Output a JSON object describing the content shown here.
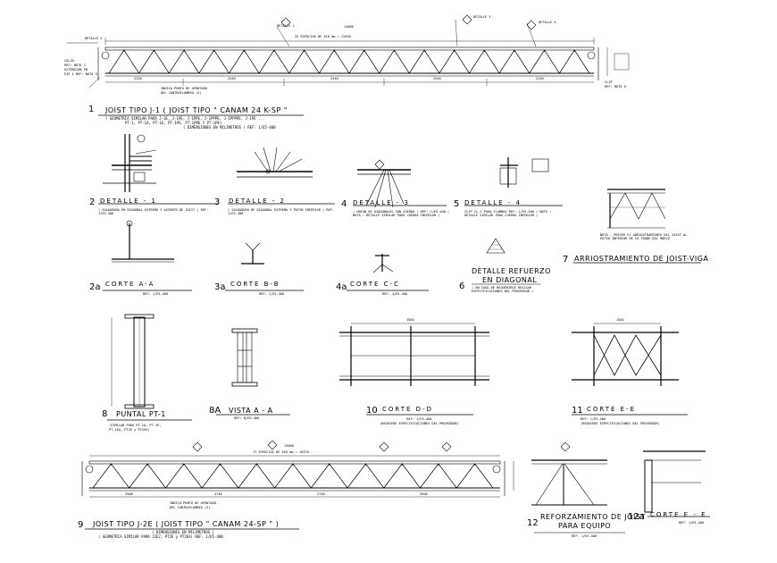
{
  "joist1": {
    "num": "1",
    "title": "JOIST TIPO J-1 ( JOIST TIPO \" CANAM 24 K-SP \"",
    "sub1": "( GEOMETRIA SIMILAR PARA J-1E, J-1PE, J-1PPE, J-1PPPE, J-1PPPPE, J-1PE ...",
    "sub2": "PT-1, PT-1A, PT-1E, PT-1PE, PT-1PPE Y PT-1PE)",
    "sub3": "( DIMENSIONES EN MILIMETROS )  REF: 1/E5-400",
    "span_label": "32 ESPACIOS DE 610 mm = 12430",
    "top_dim": "14660",
    "panels_left": "2120",
    "panels_mid1": "2440",
    "panels_mid2": "2440",
    "panels_mid3": "2440",
    "panels_right": "2120",
    "detail_tags": [
      "DETALLE 1",
      "DETALLE 2",
      "DETALLE 3",
      "DETALLE 4"
    ],
    "left_note": [
      "CALZA",
      "REF: NOTA 2",
      "EXTENSION EN",
      "EJE 1 REF: NOTA 3"
    ],
    "bottom_note": [
      "INDICA PUNTO DE APUNTADO",
      "DEL CONTRAFLAMBEO (S)"
    ],
    "right_note": [
      "CLIP",
      "REF: NOTA 8"
    ]
  },
  "details": [
    {
      "num": "2",
      "title": "DETALLE  -  1",
      "note": "( SOLDADURA EN DIAGONAL EXTREMA Y ASIENTO DE JOIST )  REF: 1/E5-400"
    },
    {
      "num": "3",
      "title": "DETALLE  -  2",
      "note": "( SOLDADURA DE DIAGONAL EXTREMA Y PATIN INFERIOR )  REF: 1/E5-400"
    },
    {
      "num": "4",
      "title": "DETALLE  -  3",
      "note": "( UNION DE DIAGONALES CON CUERDA ) REF: 1/E5-400  ( NOTA : DETALLE SIMILAR PARA CUERDA INFERIOR )"
    },
    {
      "num": "5",
      "title": "DETALLE  -  4",
      "note": "CLIP CL-1 PARA FLAMBEO  REF: 1/E5-400  ( NOTA : DETALLE SIMILAR PARA CUERDA INFERIOR )"
    }
  ],
  "detail7": {
    "num": "7",
    "title": "ARRIOSTRAMIENTO DE JOIST-VIGA",
    "note": "NOTA : PREVER EL ARRIOSTRAMIENTO DEL JOIST AL PATIN INFERIOR DE LA TRABE DEL MARCO"
  },
  "cortes": [
    {
      "num": "2a",
      "title": "CORTE  A-A",
      "ref": "REF: 1/E5-400"
    },
    {
      "num": "3a",
      "title": "CORTE  B-B",
      "ref": "REF: 1/E5-400"
    },
    {
      "num": "4a",
      "title": "CORTE  C-C",
      "ref": "REF: 4/E5-400"
    }
  ],
  "detail6": {
    "num": "6",
    "title1": "DETALLE  REFUERZO",
    "title2": "EN  DIAGONAL",
    "note": "( EN CASO DE REQUERIRSE REVISAR ESPECIFICACIONES DEL PROVEEDOR )"
  },
  "row3": [
    {
      "num": "8",
      "title": "PUNTAL  PT-1",
      "note": [
        "(SIMILAR PARA PT-1A, PT-1E,",
        "PT-1EA, PT2E y PT2EA)"
      ]
    },
    {
      "num": "8A",
      "title": "VISTA  A - A",
      "note": [
        "REF: 8/E5-400"
      ]
    },
    {
      "num": "10",
      "title": "CORTE  D-D",
      "note": [
        "REF: 1/E5-400",
        "(REQUIERE ESPECIFICACIONES DEL PROVEEDOR)"
      ]
    },
    {
      "num": "11",
      "title": "CORTE  E-E",
      "note": [
        "REF: 1/E5-400",
        "(REQUIERE ESPECIFICACIONES DEL PROVEEDOR)"
      ]
    }
  ],
  "row3_dims": {
    "d_d": "1584",
    "e_e": "1584"
  },
  "joist9": {
    "num": "9",
    "title": "JOIST TIPO J-2E ( JOIST TIPO \" CANAM 24-SP \" )",
    "sub1": "( DIMENSIONES EN MILIMETROS )",
    "sub2": "( GEOMETRIA SIMILAR PARA J2E2, PT2E y PT2EA)  REF: 1/E5-400",
    "span_label": "17 ESPACIOS DE 610 mm = 10370",
    "top_dim": "13000",
    "panels": [
      "2908",
      "2746",
      "2746",
      "2908"
    ],
    "bottom_note": [
      "INDICA PUNTO DE APUNTADO",
      "DEL CONTRAFLAMBEO (S)"
    ]
  },
  "detail12": {
    "num": "12",
    "title1": "REFORZAMIENTO DE JOIST",
    "title2": "PARA EQUIPO",
    "ref": "REF: 1/E5-400"
  },
  "detail12a": {
    "num": "12a",
    "title": "CORTE  E - E",
    "ref": "REF: 1/E5-400"
  }
}
